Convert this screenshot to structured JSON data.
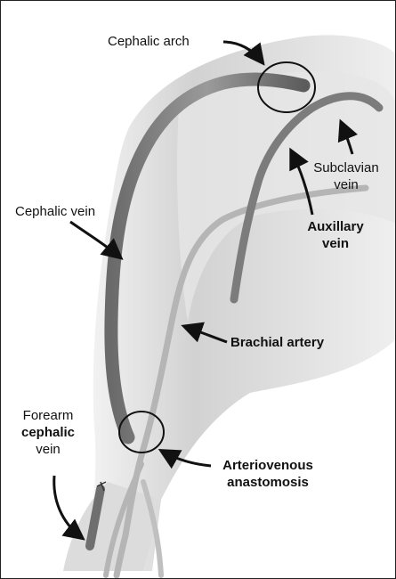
{
  "labels": {
    "cephalic_arch": "Cephalic arch",
    "cephalic_vein": "Cephalic vein",
    "subclavian_vein": [
      "Subclavian",
      "vein"
    ],
    "auxillary_vein": [
      "Auxillary",
      "vein"
    ],
    "brachial_artery": "Brachial artery",
    "forearm_cephalic_vein": [
      "Forearm",
      "cephalic",
      "vein"
    ],
    "arteriovenous_anastomosis": [
      "Arteriovenous",
      "anastomosis"
    ]
  },
  "colors": {
    "arm_shade": "#c9c9c9",
    "vein": "#8a8a8a",
    "vein_dark": "#5a5a5a",
    "artery": "#b5b5b5",
    "arrow": "#111111"
  }
}
